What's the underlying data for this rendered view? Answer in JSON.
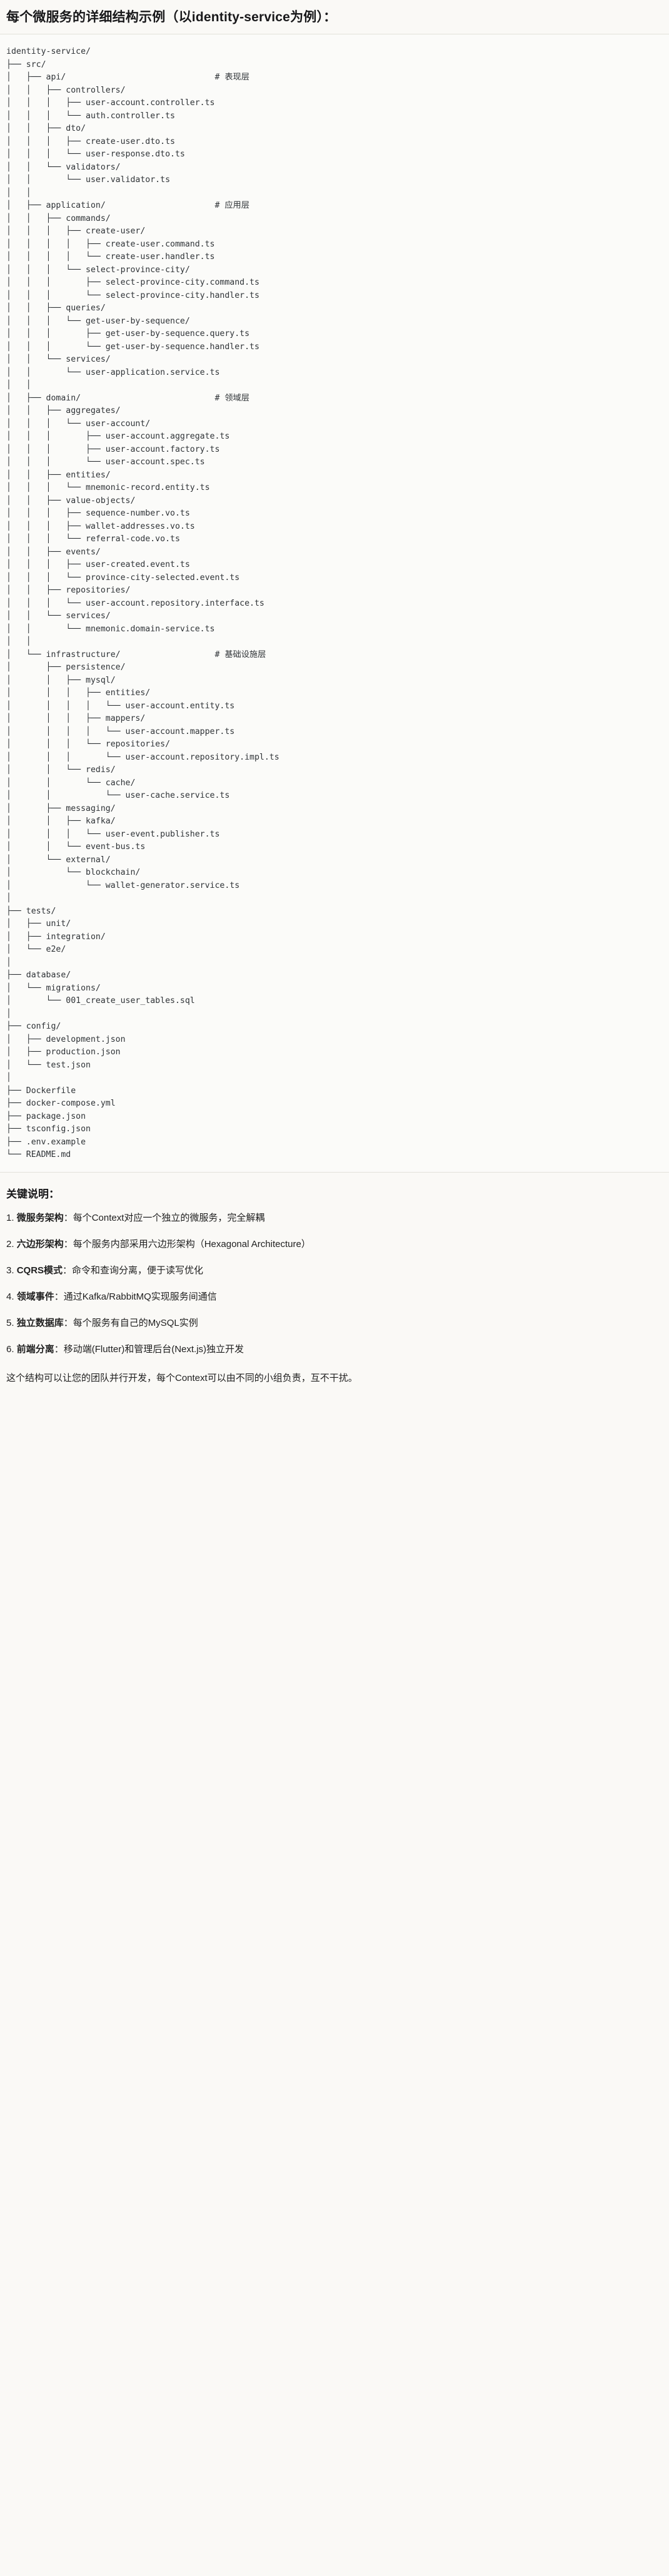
{
  "document": {
    "title": "每个微服务的详细结构示例（以identity-service为例）：",
    "tree_root": "identity-service/",
    "tree_text": "identity-service/\n├── src/\n│   ├── api/                              # 表现层\n│   │   ├── controllers/\n│   │   │   ├── user-account.controller.ts\n│   │   │   └── auth.controller.ts\n│   │   ├── dto/\n│   │   │   ├── create-user.dto.ts\n│   │   │   └── user-response.dto.ts\n│   │   └── validators/\n│   │       └── user.validator.ts\n│   │\n│   ├── application/                      # 应用层\n│   │   ├── commands/\n│   │   │   ├── create-user/\n│   │   │   │   ├── create-user.command.ts\n│   │   │   │   └── create-user.handler.ts\n│   │   │   └── select-province-city/\n│   │   │       ├── select-province-city.command.ts\n│   │   │       └── select-province-city.handler.ts\n│   │   ├── queries/\n│   │   │   └── get-user-by-sequence/\n│   │   │       ├── get-user-by-sequence.query.ts\n│   │   │       └── get-user-by-sequence.handler.ts\n│   │   └── services/\n│   │       └── user-application.service.ts\n│   │\n│   ├── domain/                           # 领域层\n│   │   ├── aggregates/\n│   │   │   └── user-account/\n│   │   │       ├── user-account.aggregate.ts\n│   │   │       ├── user-account.factory.ts\n│   │   │       └── user-account.spec.ts\n│   │   ├── entities/\n│   │   │   └── mnemonic-record.entity.ts\n│   │   ├── value-objects/\n│   │   │   ├── sequence-number.vo.ts\n│   │   │   ├── wallet-addresses.vo.ts\n│   │   │   └── referral-code.vo.ts\n│   │   ├── events/\n│   │   │   ├── user-created.event.ts\n│   │   │   └── province-city-selected.event.ts\n│   │   ├── repositories/\n│   │   │   └── user-account.repository.interface.ts\n│   │   └── services/\n│   │       └── mnemonic.domain-service.ts\n│   │\n│   └── infrastructure/                   # 基础设施层\n│       ├── persistence/\n│       │   ├── mysql/\n│       │   │   ├── entities/\n│       │   │   │   └── user-account.entity.ts\n│       │   │   ├── mappers/\n│       │   │   │   └── user-account.mapper.ts\n│       │   │   └── repositories/\n│       │   │       └── user-account.repository.impl.ts\n│       │   └── redis/\n│       │       └── cache/\n│       │           └── user-cache.service.ts\n│       ├── messaging/\n│       │   ├── kafka/\n│       │   │   └── user-event.publisher.ts\n│       │   └── event-bus.ts\n│       └── external/\n│           └── blockchain/\n│               └── wallet-generator.service.ts\n│\n├── tests/\n│   ├── unit/\n│   ├── integration/\n│   └── e2e/\n│\n├── database/\n│   └── migrations/\n│       └── 001_create_user_tables.sql\n│\n├── config/\n│   ├── development.json\n│   ├── production.json\n│   └── test.json\n│\n├── Dockerfile\n├── docker-compose.yml\n├── package.json\n├── tsconfig.json\n├── .env.example\n└── README.md",
    "layer_comments": [
      {
        "target": "api/",
        "text": "# 表现层"
      },
      {
        "target": "application/",
        "text": "# 应用层"
      },
      {
        "target": "domain/",
        "text": "# 领域层"
      },
      {
        "target": "infrastructure/",
        "text": "# 基础设施层"
      }
    ]
  },
  "notes": {
    "heading": "关键说明：",
    "items": [
      {
        "num": "1.",
        "term": "微服务架构",
        "sep": "：",
        "desc": "每个Context对应一个独立的微服务，完全解耦"
      },
      {
        "num": "2.",
        "term": "六边形架构",
        "sep": "：",
        "desc": "每个服务内部采用六边形架构（Hexagonal Architecture）"
      },
      {
        "num": "3.",
        "term": "CQRS模式",
        "sep": "：",
        "desc": "命令和查询分离，便于读写优化"
      },
      {
        "num": "4.",
        "term": "领域事件",
        "sep": "：",
        "desc": "通过Kafka/RabbitMQ实现服务间通信"
      },
      {
        "num": "5.",
        "term": "独立数据库",
        "sep": "：",
        "desc": "每个服务有自己的MySQL实例"
      },
      {
        "num": "6.",
        "term": "前端分离",
        "sep": "：",
        "desc": "移动端(Flutter)和管理后台(Next.js)独立开发"
      }
    ],
    "closing": "这个结构可以让您的团队并行开发，每个Context可以由不同的小组负责，互不干扰。"
  },
  "colors": {
    "background": "#faf9f6",
    "text": "#1f1f1f",
    "tree_text": "#2f3337",
    "divider": "#e3e1da"
  }
}
